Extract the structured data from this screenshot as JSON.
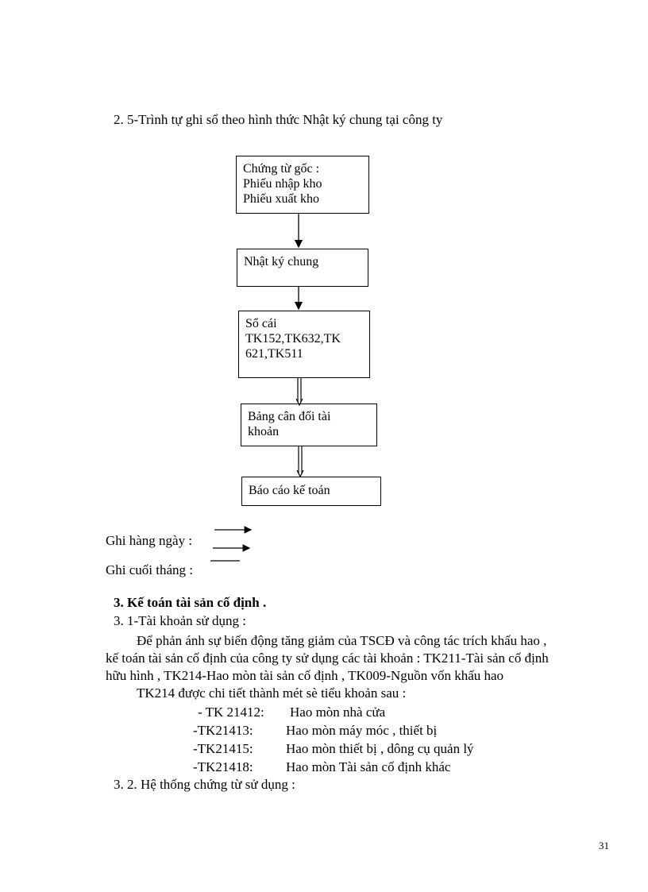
{
  "section_2_5_heading": "2. 5-Trình tự ghi sổ theo hình thức Nhật ký chung tại công ty",
  "flow": {
    "box1": [
      "Chứng từ gốc :",
      "Phiếu nhập kho",
      "Phiếu xuất kho"
    ],
    "box2": [
      "Nhật ký chung"
    ],
    "box3": [
      "Sổ cái",
      "TK152,TK632,TK",
      "621,TK511"
    ],
    "box4": [
      "Bảng cân đối tài",
      "khoản"
    ],
    "box5": [
      "Báo cáo kế toán"
    ]
  },
  "legend": {
    "daily": "Ghi hàng ngày :",
    "monthly": "Ghi cuối tháng :"
  },
  "section_3_heading": "3. Kế toán tài sản cố định .",
  "section_3_1_heading": "3. 1-Tài khoản sử dụng :",
  "paragraph": {
    "line1": "Để phản ánh sự biến động tăng giảm  của TSCĐ và công tác trích khấu hao ,",
    "line2": "kế toán tài sản cố định của công ty sử dụng các tài khoản : TK211-Tài sản cố định",
    "line3": "hữu hình , TK214-Hao mòn tài sản cố định , TK009-Nguồn vốn khấu hao"
  },
  "tk214_intro": "TK214 được chi tiết thành mét sè tiểu khoản sau :",
  "subaccounts": [
    {
      "code": "- TK 21412:",
      "name": "Hao mòn nhà cửa"
    },
    {
      "code": "-TK21413:",
      "name": "Hao mòn máy móc , thiết bị"
    },
    {
      "code": "-TK21415:",
      "name": "Hao mòn thiết bị , dông cụ quản lý"
    },
    {
      "code": "-TK21418:",
      "name": "Hao mòn Tài sản cố định khác"
    }
  ],
  "section_3_2_heading": "3. 2. Hệ thống chứng từ sử dụng :",
  "page_number": "31"
}
